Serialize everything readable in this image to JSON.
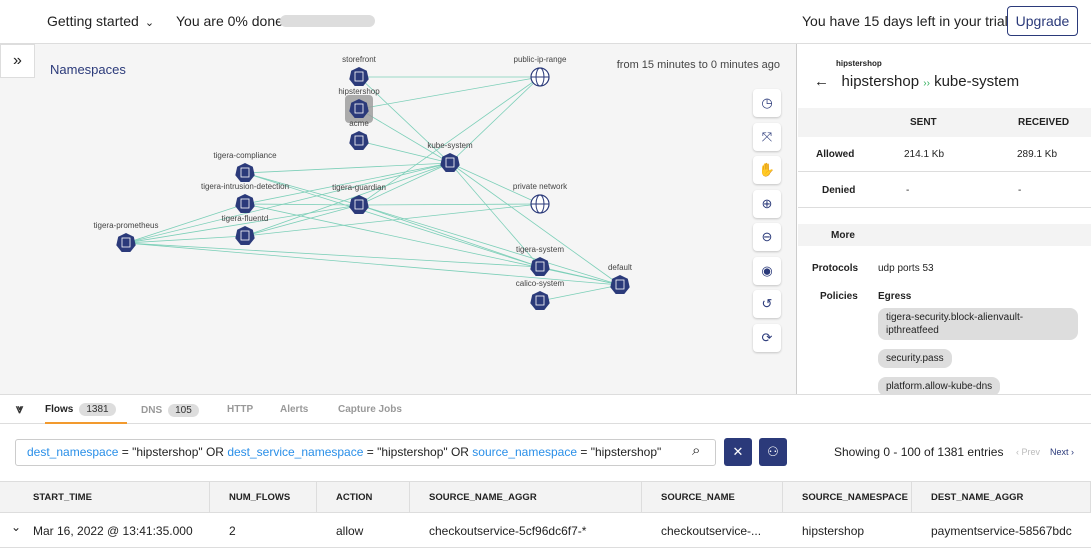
{
  "topbar": {
    "getting_started": "Getting started",
    "progress_text": "You are 0% done",
    "progress_percent": 0,
    "trial": "You have 15 days left in your trial",
    "upgrade": "Upgrade"
  },
  "graph": {
    "title": "Namespaces",
    "time_range": "from 15 minutes to 0 minutes ago",
    "nodes": [
      {
        "id": "storefront",
        "type": "namespace"
      },
      {
        "id": "hipstershop",
        "type": "namespace",
        "selected": true
      },
      {
        "id": "acme",
        "type": "namespace"
      },
      {
        "id": "kube-system",
        "type": "namespace"
      },
      {
        "id": "public-ip-range",
        "type": "network"
      },
      {
        "id": "private network",
        "type": "network"
      },
      {
        "id": "tigera-compliance",
        "type": "namespace"
      },
      {
        "id": "tigera-intrusion-detection",
        "type": "namespace"
      },
      {
        "id": "tigera-guardian",
        "type": "namespace"
      },
      {
        "id": "tigera-fluentd",
        "type": "namespace"
      },
      {
        "id": "tigera-prometheus",
        "type": "namespace"
      },
      {
        "id": "tigera-system",
        "type": "namespace"
      },
      {
        "id": "default",
        "type": "namespace"
      },
      {
        "id": "calico-system",
        "type": "namespace"
      }
    ],
    "edges": [
      [
        "storefront",
        "public-ip-range"
      ],
      [
        "storefront",
        "kube-system"
      ],
      [
        "hipstershop",
        "public-ip-range"
      ],
      [
        "hipstershop",
        "kube-system"
      ],
      [
        "acme",
        "kube-system"
      ],
      [
        "kube-system",
        "public-ip-range"
      ],
      [
        "kube-system",
        "private network"
      ],
      [
        "kube-system",
        "tigera-system"
      ],
      [
        "kube-system",
        "default"
      ],
      [
        "tigera-compliance",
        "kube-system"
      ],
      [
        "tigera-compliance",
        "tigera-guardian"
      ],
      [
        "tigera-compliance",
        "tigera-system"
      ],
      [
        "tigera-intrusion-detection",
        "kube-system"
      ],
      [
        "tigera-intrusion-detection",
        "tigera-guardian"
      ],
      [
        "tigera-intrusion-detection",
        "default"
      ],
      [
        "tigera-guardian",
        "kube-system"
      ],
      [
        "tigera-guardian",
        "private network"
      ],
      [
        "tigera-guardian",
        "tigera-system"
      ],
      [
        "tigera-guardian",
        "default"
      ],
      [
        "tigera-guardian",
        "public-ip-range"
      ],
      [
        "tigera-fluentd",
        "tigera-guardian"
      ],
      [
        "tigera-fluentd",
        "kube-system"
      ],
      [
        "tigera-fluentd",
        "private network"
      ],
      [
        "tigera-prometheus",
        "tigera-fluentd"
      ],
      [
        "tigera-prometheus",
        "tigera-guardian"
      ],
      [
        "tigera-prometheus",
        "kube-system"
      ],
      [
        "tigera-prometheus",
        "tigera-intrusion-detection"
      ],
      [
        "tigera-prometheus",
        "default"
      ],
      [
        "tigera-prometheus",
        "tigera-system"
      ],
      [
        "tigera-system",
        "default"
      ],
      [
        "calico-system",
        "default"
      ]
    ],
    "tools": [
      "clock-icon",
      "fit-icon",
      "pan-hand-icon",
      "zoom-in-icon",
      "zoom-out-icon",
      "eye-icon",
      "undo-icon",
      "refresh-icon"
    ],
    "colors": {
      "node": "#2b3a7a",
      "edge": "#7ccfb8"
    }
  },
  "panel": {
    "small_title": "hipstershop",
    "source": "hipstershop",
    "dest": "kube-system",
    "sep": "››",
    "headers": {
      "sent": "SENT",
      "received": "RECEIVED"
    },
    "allowed": {
      "label": "Allowed",
      "sent": "214.1 Kb",
      "received": "289.1 Kb"
    },
    "denied": {
      "label": "Denied",
      "sent": "-",
      "received": "-"
    },
    "more": "More",
    "protocols_label": "Protocols",
    "protocols": "udp ports 53",
    "policies_label": "Policies",
    "egress": "Egress",
    "policies": [
      "tigera-security.block-alienvault-ipthreatfeed",
      "security.pass",
      "platform.allow-kube-dns"
    ]
  },
  "tabs": [
    {
      "label": "Flows",
      "count": "1381",
      "active": true
    },
    {
      "label": "DNS",
      "count": "105"
    },
    {
      "label": "HTTP"
    },
    {
      "label": "Alerts"
    },
    {
      "label": "Capture Jobs"
    }
  ],
  "search": {
    "parts": [
      [
        "dest_namespace",
        " = \"hipstershop\" OR "
      ],
      [
        "dest_service_namespace",
        " = \"hipstershop\" OR "
      ],
      [
        "source_namespace",
        " = \"hipstershop\""
      ]
    ]
  },
  "pagination": {
    "showing": "Showing 0 - 100 of 1381 entries",
    "prev": "Prev",
    "next": "Next"
  },
  "table": {
    "columns": [
      "START_TIME",
      "NUM_FLOWS",
      "ACTION",
      "SOURCE_NAME_AGGR",
      "SOURCE_NAME",
      "SOURCE_NAMESPACE",
      "DEST_NAME_AGGR"
    ],
    "rows": [
      [
        "Mar 16, 2022 @ 13:41:35.000",
        "2",
        "allow",
        "checkoutservice-5cf96dc6f7-*",
        "checkoutservice-...",
        "hipstershop",
        "paymentservice-58567bdc"
      ]
    ]
  }
}
